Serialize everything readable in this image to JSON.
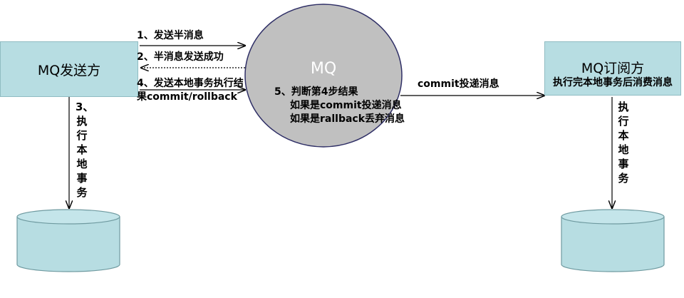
{
  "sender": {
    "label": "MQ发送方"
  },
  "broker": {
    "label": "MQ"
  },
  "subscriber": {
    "label": "MQ订阅方",
    "subtitle": "执行完本地事务后消费消息"
  },
  "steps": {
    "step1": "1、发送半消息",
    "step2": "2、半消息发送成功",
    "step4_line1": "4、发送本地事务执行结",
    "step4_line2": "果commit/rollback",
    "step5_line1": "5、判断第4步结果",
    "step5_line2": "如果是commit投递消息",
    "step5_line3": "如果是rallback丢弃消息",
    "commit_deliver": "commit投递消息",
    "step3": "3、执行本地事务",
    "consumer_local": "执行本地事务"
  },
  "colors": {
    "box_fill": "#b7dde2",
    "ellipse_fill": "#c0c0c0",
    "ellipse_stroke": "#2f2f66",
    "cylinder_fill": "#b7dde2",
    "cylinder_stroke": "#6f9aa0"
  }
}
